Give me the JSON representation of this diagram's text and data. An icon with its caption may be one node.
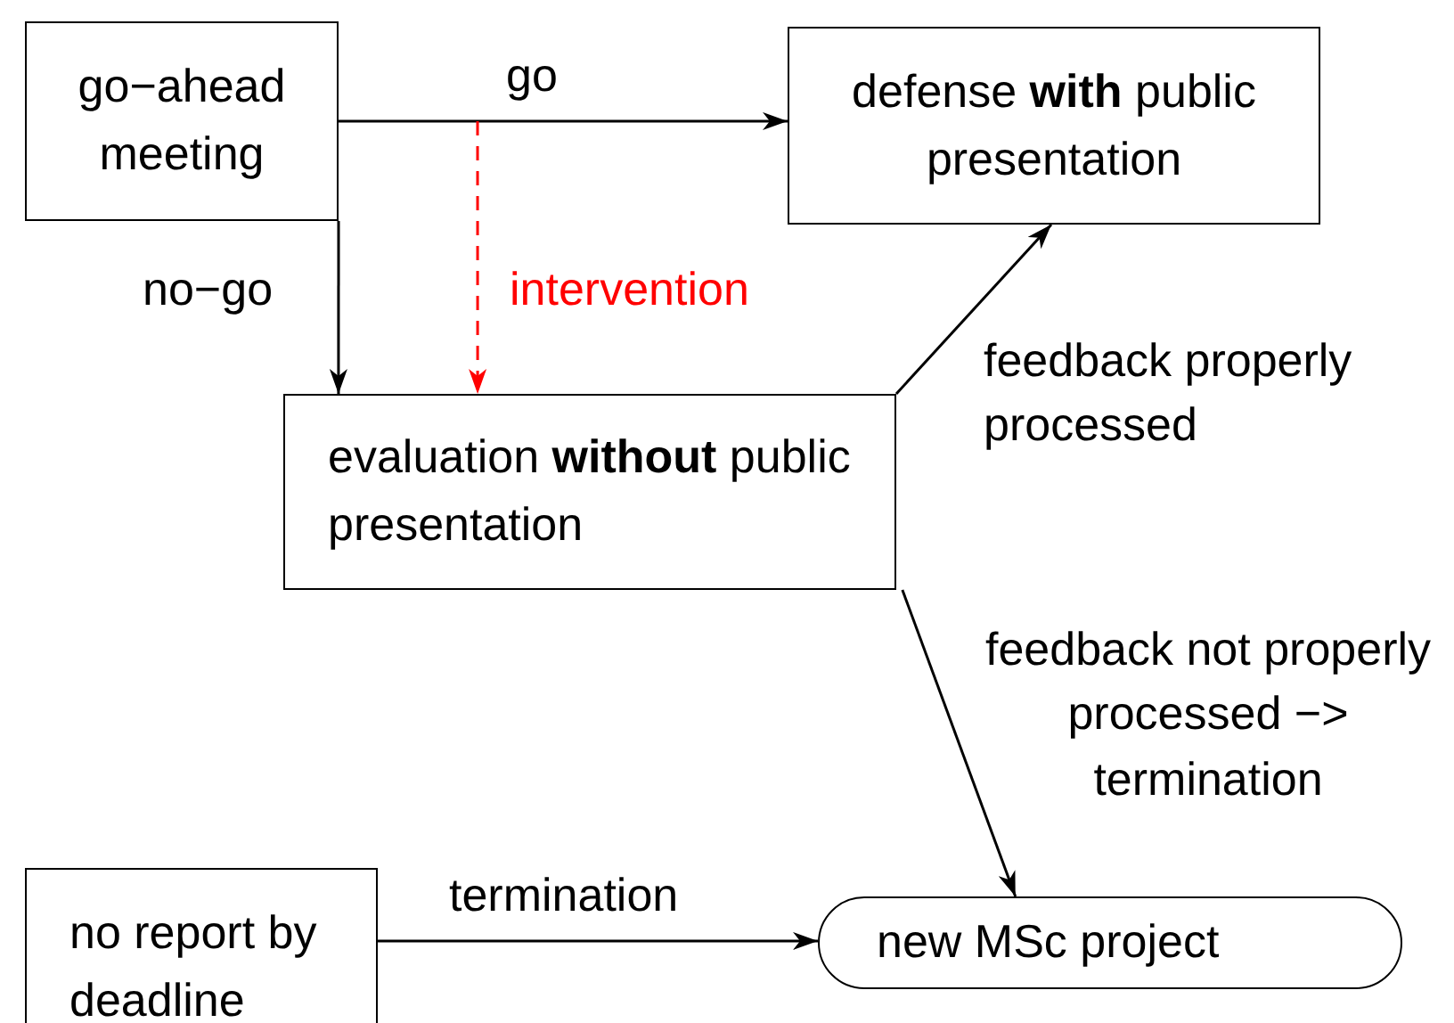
{
  "diagram": {
    "nodes": [
      {
        "text": [
          "go−ahead meeting"
        ]
      },
      {
        "text": [
          "defense **with** public presentation"
        ]
      },
      {
        "text": [
          "evaluation **without** public presentation"
        ]
      },
      {
        "text": [
          "no report by deadline"
        ]
      },
      {
        "text": [
          "new MSc project"
        ]
      }
    ],
    "edges": [
      {
        "from": 0,
        "to": 1,
        "arrow": "to",
        "label": "go"
      },
      {
        "from": 0,
        "to": 2,
        "arrow": "to",
        "label": "no−go"
      },
      {
        "from": null,
        "to": 2,
        "arrow": "to",
        "label": "intervention",
        "style": "dashed",
        "color": "#ff0000"
      },
      {
        "from": 2,
        "to": 1,
        "arrow": "to",
        "label": "feedback properly processed"
      },
      {
        "from": 2,
        "to": 4,
        "arrow": "to",
        "label": "feedback not properly processed −> termination"
      },
      {
        "from": 3,
        "to": 4,
        "arrow": "to",
        "label": "termination"
      }
    ]
  }
}
